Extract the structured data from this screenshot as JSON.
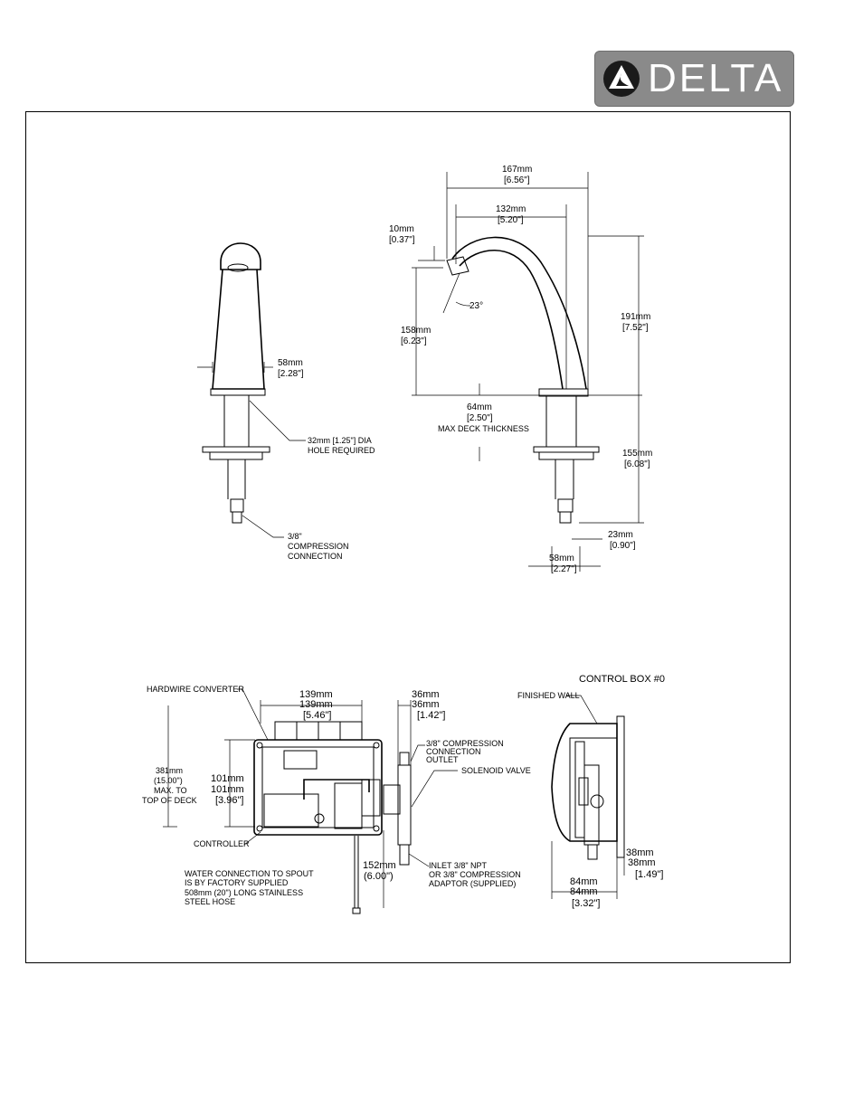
{
  "logo": {
    "text": "DELTA",
    "color": "#8a8a8a"
  },
  "side_view": {
    "width": "58mm",
    "width_in": "[2.28\"]",
    "hole": "32mm [1.25\"] DIA",
    "hole2": "HOLE REQUIRED",
    "conn1": "3/8\"",
    "conn2": "COMPRESSION",
    "conn3": "CONNECTION"
  },
  "front_view": {
    "reach": "167mm",
    "reach_in": "[6.56\"]",
    "inner": "132mm",
    "inner_in": "[5.20\"]",
    "aerator": "10mm",
    "aerator_in": "[0.37\"]",
    "angle": "23°",
    "outlet_h": "158mm",
    "outlet_h_in": "[6.23\"]",
    "height": "191mm",
    "height_in": "[7.52\"]",
    "deck": "64mm",
    "deck_in": "[2.50\"]",
    "deck_label": "MAX DECK THICKNESS",
    "shank": "155mm",
    "shank_in": "[6.08\"]",
    "conn_len": "23mm",
    "conn_len_in": "[0.90\"]",
    "base": "58mm",
    "base_in": "[2.27\"]"
  },
  "control_box": {
    "title": "CONTROL BOX #0",
    "hardwire": "HARDWIRE CONVERTER",
    "w1": "139mm",
    "w2": "139mm",
    "w_in": "[5.46\"]",
    "d1": "36mm",
    "d2": "36mm",
    "d_in": "[1.42\"]",
    "max1": "381mm",
    "max2": "(15.00\")",
    "max3": "MAX. TO",
    "max4": "TOP OF DECK",
    "h1": "101mm",
    "h2": "101mm",
    "h_in": "[3.96\"]",
    "outlet1": "3/8\" COMPRESSION",
    "outlet2": "CONNECTION",
    "outlet3": "OUTLET",
    "solenoid": "SOLENOID VALVE",
    "controller": "CONTROLLER",
    "hose1": "WATER CONNECTION TO SPOUT",
    "hose2": "IS BY FACTORY SUPPLIED",
    "hose3": "508mm (20\") LONG STAINLESS",
    "hose4": "STEEL HOSE",
    "drop": "152mm",
    "drop_in": "(6.00\")",
    "inlet1": "INLET 3/8\" NPT",
    "inlet2": "OR 3/8\" COMPRESSION",
    "inlet3": "ADAPTOR (SUPPLIED)",
    "wall": "FINISHED WALL",
    "s1": "38mm",
    "s2": "38mm",
    "s_in": "[1.49\"]",
    "sw1": "84mm",
    "sw2": "84mm",
    "sw_in": "[3.32\"]"
  }
}
